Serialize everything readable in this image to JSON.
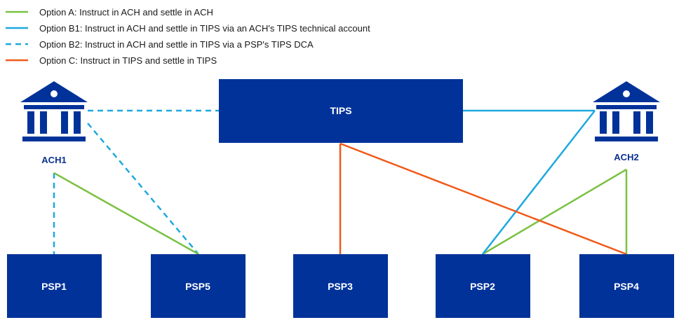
{
  "colors": {
    "navy": "#003299",
    "option_a": "#7ac142",
    "option_b": "#1fa8df",
    "option_c": "#f05a1a"
  },
  "legend": [
    {
      "label": "Option A: Instruct in ACH and settle in ACH",
      "style": "solid",
      "color": "#7ac142"
    },
    {
      "label": "Option B1: Instruct in ACH and settle in TIPS via an ACH's TIPS technical account",
      "style": "solid",
      "color": "#1fa8df"
    },
    {
      "label": "Option B2: Instruct in ACH and settle in TIPS via a PSP's TIPS DCA",
      "style": "dashed",
      "color": "#1fa8df"
    },
    {
      "label": "Option C: Instruct in TIPS and settle in TIPS",
      "style": "solid",
      "color": "#f05a1a"
    }
  ],
  "nodes": {
    "tips": "TIPS",
    "ach1": "ACH1",
    "ach2": "ACH2",
    "psp1": "PSP1",
    "psp5": "PSP5",
    "psp3": "PSP3",
    "psp2": "PSP2",
    "psp4": "PSP4"
  },
  "icons": {
    "ach1": "bank-building-icon",
    "ach2": "bank-building-icon"
  }
}
